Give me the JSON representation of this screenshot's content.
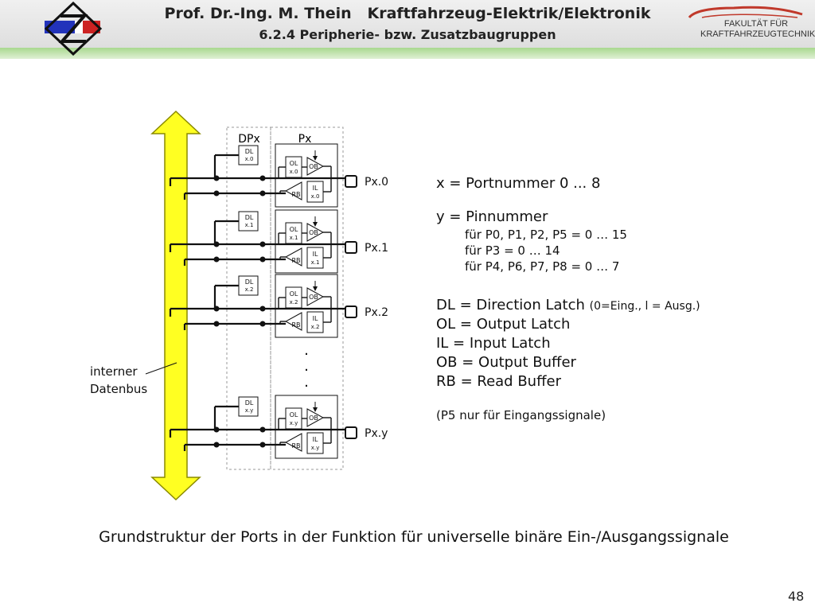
{
  "header": {
    "title_left": "Prof. Dr.-Ing. M. Thein",
    "title_right": "Kraftfahrzeug-Elektrik/Elektronik",
    "subtitle": "6.2.4 Peripherie- bzw. Zusatzbaugruppen",
    "faculty_line1": "FAKULTÄT FÜR",
    "faculty_line2": "KRAFTFAHRZEUGTECHNIK",
    "logo_left_icon": "university-logo",
    "logo_right_icon": "car-silhouette-logo"
  },
  "diagram": {
    "column_dpx": "DPx",
    "column_px": "Px",
    "bus_label_line1": "interner",
    "bus_label_line2": "Datenbus",
    "ellipsis": ".",
    "cells": [
      {
        "dl": "DL",
        "dl_sub": "x.0",
        "ol": "OL",
        "ol_sub": "x.0",
        "ob": "OB",
        "rb": "RB",
        "il": "IL",
        "il_sub": "x.0",
        "pin": "Px.0"
      },
      {
        "dl": "DL",
        "dl_sub": "x.1",
        "ol": "OL",
        "ol_sub": "x.1",
        "ob": "OB",
        "rb": "RB",
        "il": "IL",
        "il_sub": "x.1",
        "pin": "Px.1"
      },
      {
        "dl": "DL",
        "dl_sub": "x.2",
        "ol": "OL",
        "ol_sub": "x.2",
        "ob": "OB",
        "rb": "RB",
        "il": "IL",
        "il_sub": "x.2",
        "pin": "Px.2"
      },
      {
        "dl": "DL",
        "dl_sub": "x.y",
        "ol": "OL",
        "ol_sub": "x.y",
        "ob": "OB",
        "rb": "RB",
        "il": "IL",
        "il_sub": "x.y",
        "pin": "Px.y"
      }
    ],
    "colors": {
      "bus_fill": "#ffff22",
      "bus_stroke": "#8a8a00",
      "line": "#111111",
      "dashed": "#999999"
    }
  },
  "legend": {
    "x_def": "x = Portnummer 0 ... 8",
    "y_def": "y = Pinnummer",
    "y_p0": "für P0, P1, P2, P5 = 0 … 15",
    "y_p3": "für P3 = 0 … 14",
    "y_p4": "für P4, P6, P7, P8 = 0 … 7",
    "dl_main": "DL = Direction Latch ",
    "dl_note": "(0=Eing., l = Ausg.)",
    "ol": "OL = Output Latch",
    "il": "IL  = Input Latch",
    "ob": "OB = Output Buffer",
    "rb": "RB = Read Buffer",
    "p5_note": "(P5 nur für Eingangssignale)"
  },
  "caption": "Grundstruktur der Ports in der Funktion für universelle binäre Ein-/Ausgangssignale",
  "page_number": "48"
}
